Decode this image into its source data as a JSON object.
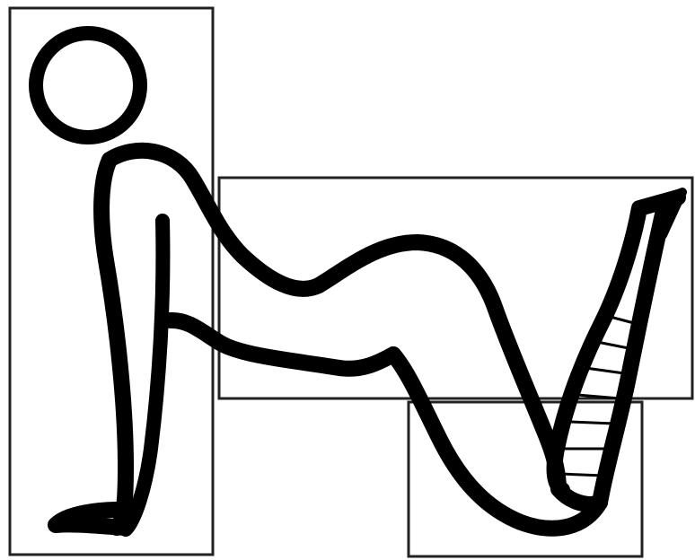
{
  "colors": {
    "background": "#ffffff",
    "ink": "#000000",
    "box_outline": "#222222"
  },
  "figure": {
    "parts": [
      "head",
      "torso",
      "left-arm",
      "hip",
      "thigh",
      "lower-leg",
      "foot",
      "ankle-strap"
    ]
  },
  "regions": [
    "upper-body-box",
    "thigh-box",
    "lower-leg-box"
  ]
}
